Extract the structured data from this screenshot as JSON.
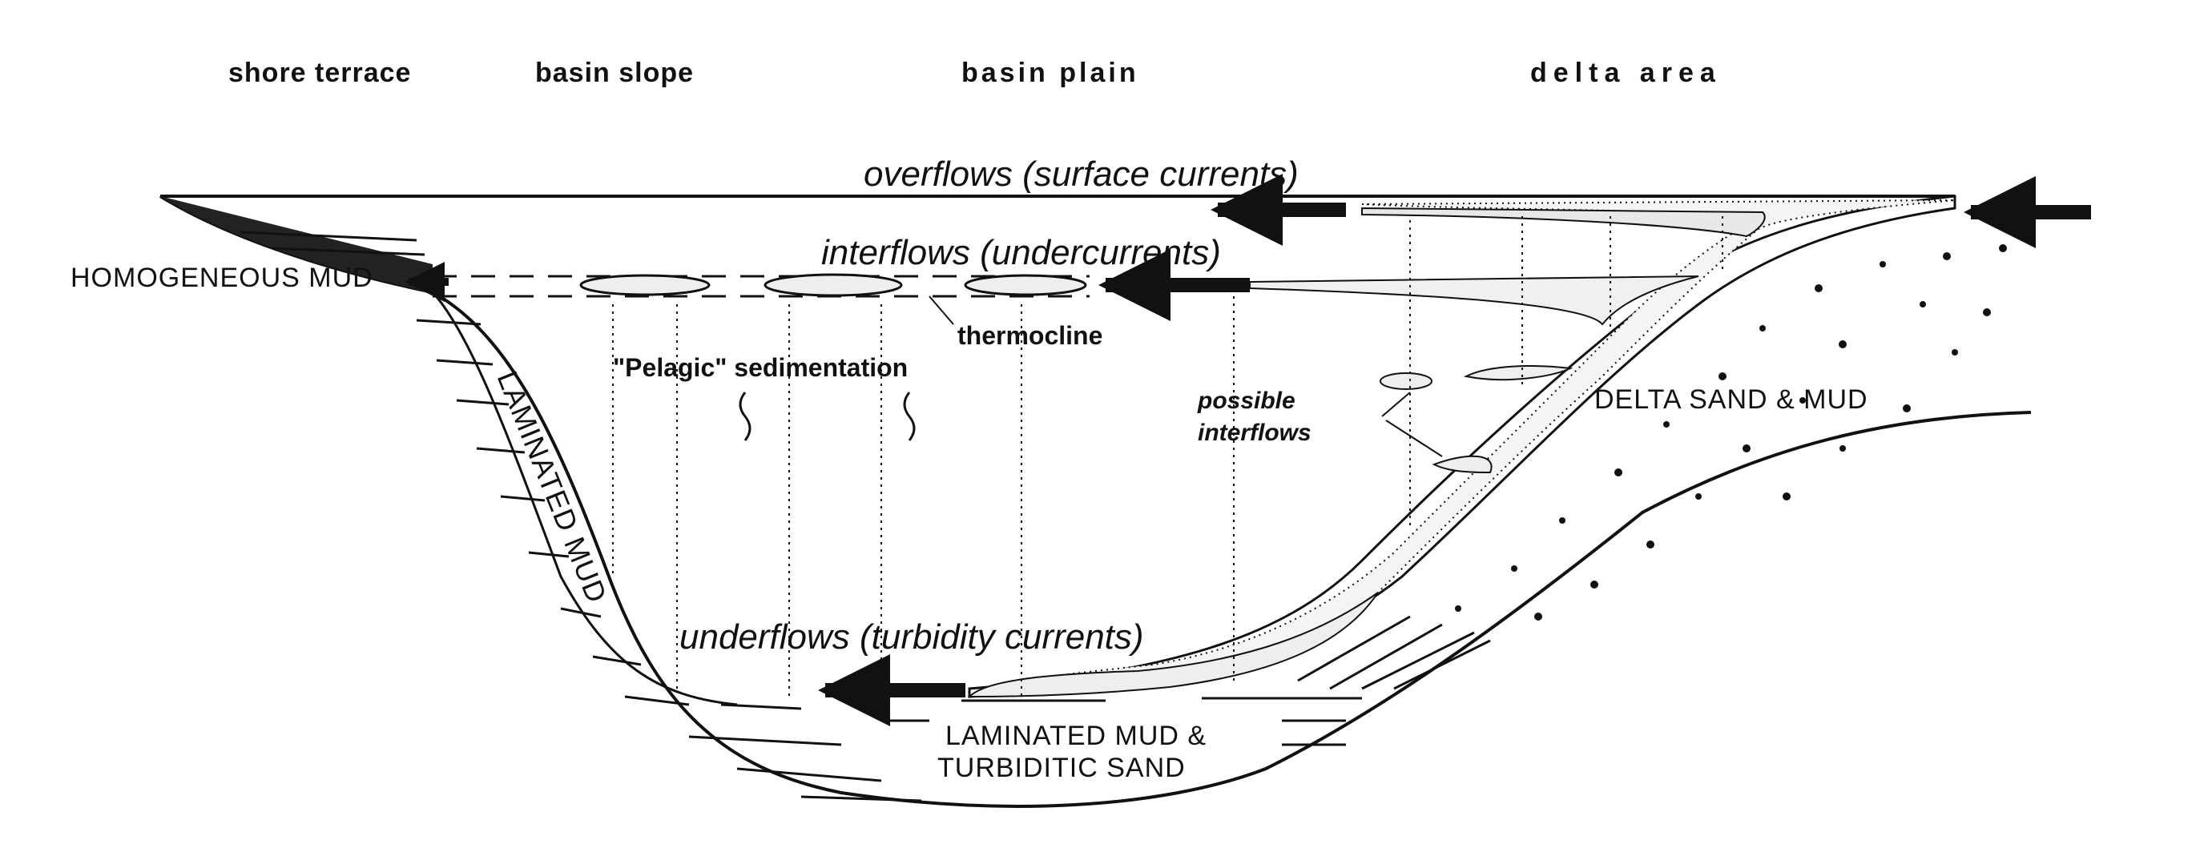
{
  "zones": {
    "shore_terrace": "shore terrace",
    "basin_slope": "basin slope",
    "basin_plain": "basin plain",
    "delta_area": "delta area"
  },
  "flows": {
    "overflows": "overflows (surface currents)",
    "interflows": "interflows (undercurrents)",
    "underflows": "underflows (turbidity currents)"
  },
  "labels": {
    "homogeneous_mud": "HOMOGENEOUS MUD",
    "laminated_mud": "LAMINATED MUD",
    "thermocline": "thermocline",
    "pelagic": "\"Pelagic\" sedimentation",
    "possible_interflows_1": "possible",
    "possible_interflows_2": "interflows",
    "delta_sand_mud": "DELTA SAND & MUD",
    "laminated_turbiditic_1": "LAMINATED MUD &",
    "laminated_turbiditic_2": "TURBIDITIC SAND"
  }
}
